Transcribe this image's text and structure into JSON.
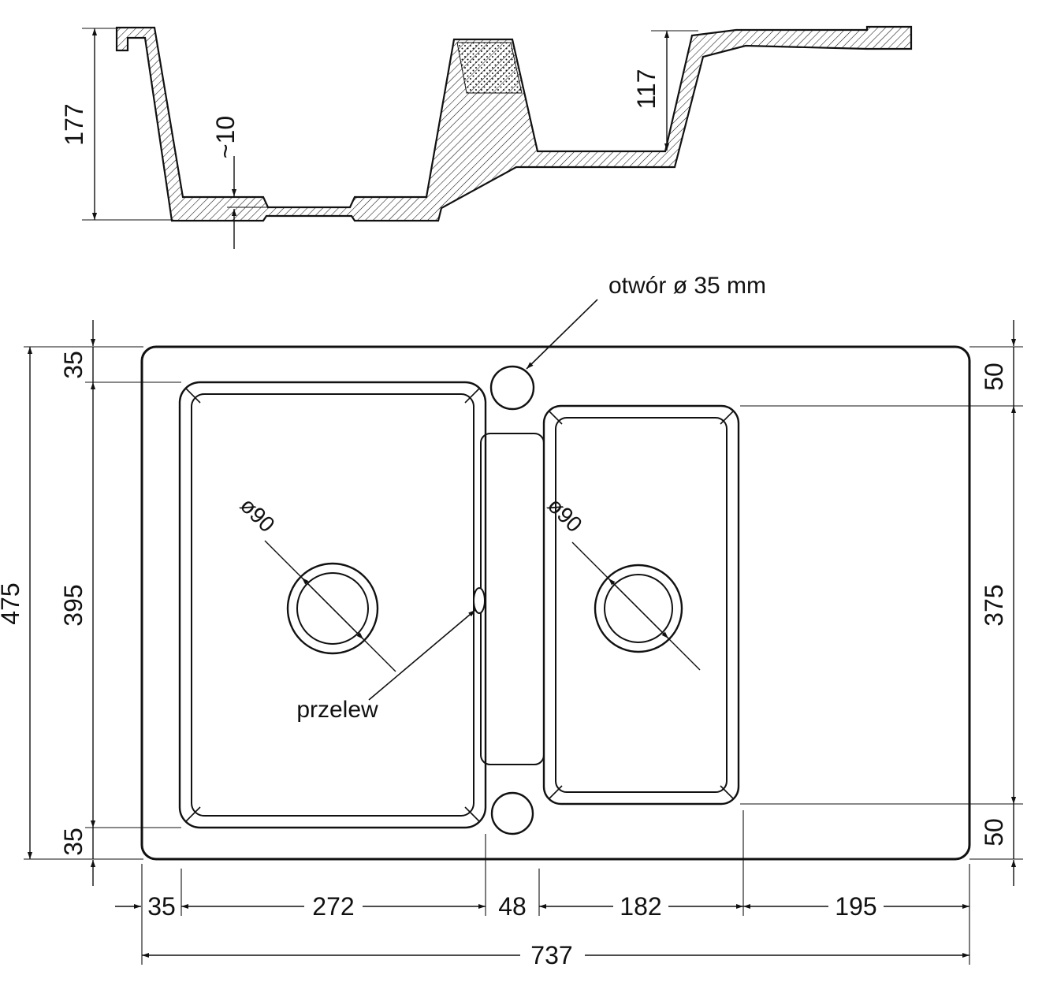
{
  "annotations": {
    "hole": "otwór ø 35 mm",
    "overflow": "przelew",
    "drain_left": "ø90",
    "drain_right": "ø90"
  },
  "section_dims": {
    "depth_total": "177",
    "bottom_step": "~10",
    "depth_right": "117"
  },
  "plan_dims": {
    "height_total": "475",
    "left_bowl_height": "395",
    "margin_top_left": "35",
    "margin_bottom_left": "35",
    "margin_top_right": "50",
    "right_bowl_height": "375",
    "margin_bottom_right": "50",
    "margin_left": "35",
    "left_bowl_width": "272",
    "center_gap": "48",
    "right_bowl_width": "182",
    "drainer_width": "195",
    "width_total": "737"
  }
}
